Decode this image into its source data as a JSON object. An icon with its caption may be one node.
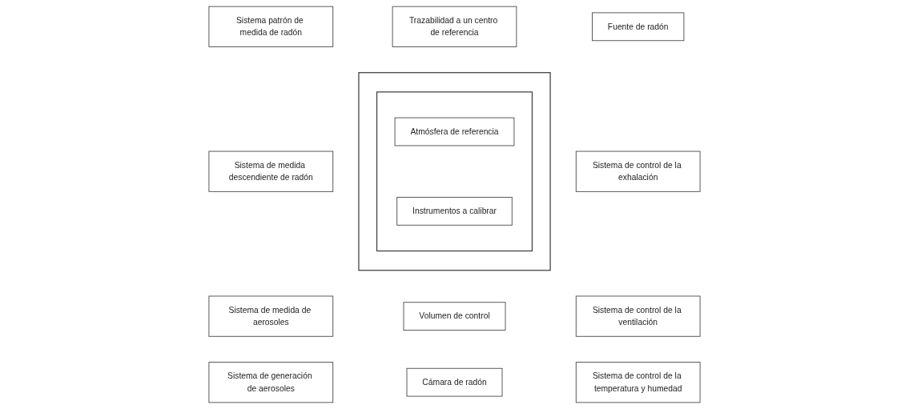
{
  "diagram": {
    "nodes": [
      {
        "text": [
          "Trazabilidad a un centro de referencia"
        ]
      },
      {
        "text": [
          "Sistema patrón de medida de radón"
        ]
      },
      {
        "text": [],
        "shape": "box"
      },
      {
        "text": [
          "Fuente de radón"
        ]
      },
      {
        "text": [],
        "shape": "box",
        "in": 2
      },
      {
        "text": [
          "Atmósfera de referencia"
        ],
        "in": 4
      },
      {
        "text": [
          "Sistema de medida descendiente de radón"
        ]
      },
      {
        "text": [
          "Sistema de control de la exhalación"
        ]
      },
      {
        "text": [
          "Instrumentos a calibrar"
        ],
        "in": 4
      },
      {
        "text": [
          "Sistema de medida de aerosoles"
        ]
      },
      {
        "text": [
          "Sistema de control de la ventilación"
        ]
      },
      {
        "text": [
          "Sistema de generación de aerosoles"
        ]
      },
      {
        "text": [
          "Volumen de control"
        ]
      },
      {
        "text": [
          "Sistema de control de la temperatura y humedad"
        ]
      },
      {
        "text": [
          "Cámara de radón"
        ]
      }
    ],
    "edges": []
  }
}
